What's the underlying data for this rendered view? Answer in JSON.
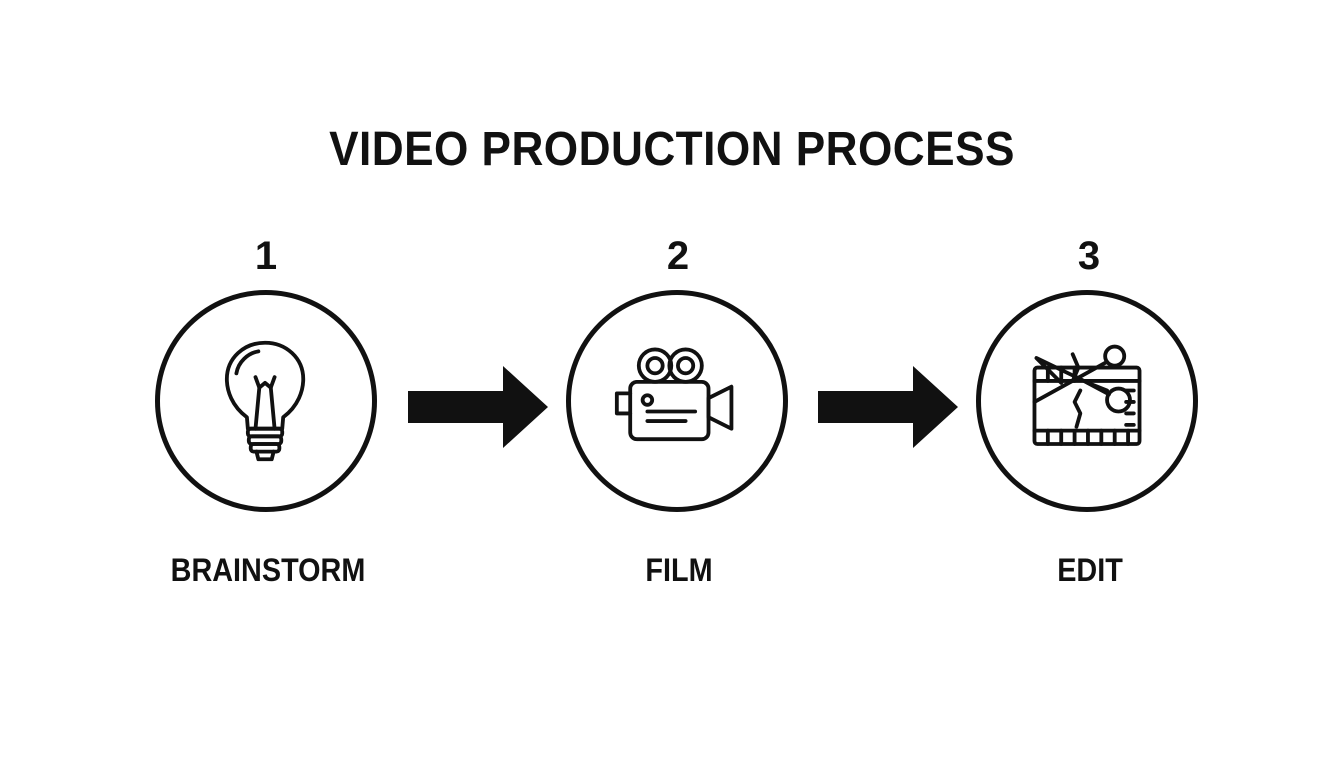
{
  "title": "VIDEO PRODUCTION PROCESS",
  "steps": [
    {
      "number": "1",
      "label": "BRAINSTORM",
      "icon": "lightbulb-icon"
    },
    {
      "number": "2",
      "label": "FILM",
      "icon": "movie-camera-icon"
    },
    {
      "number": "3",
      "label": "EDIT",
      "icon": "scissors-film-icon"
    }
  ],
  "colors": {
    "ink": "#111111",
    "background": "#ffffff"
  }
}
